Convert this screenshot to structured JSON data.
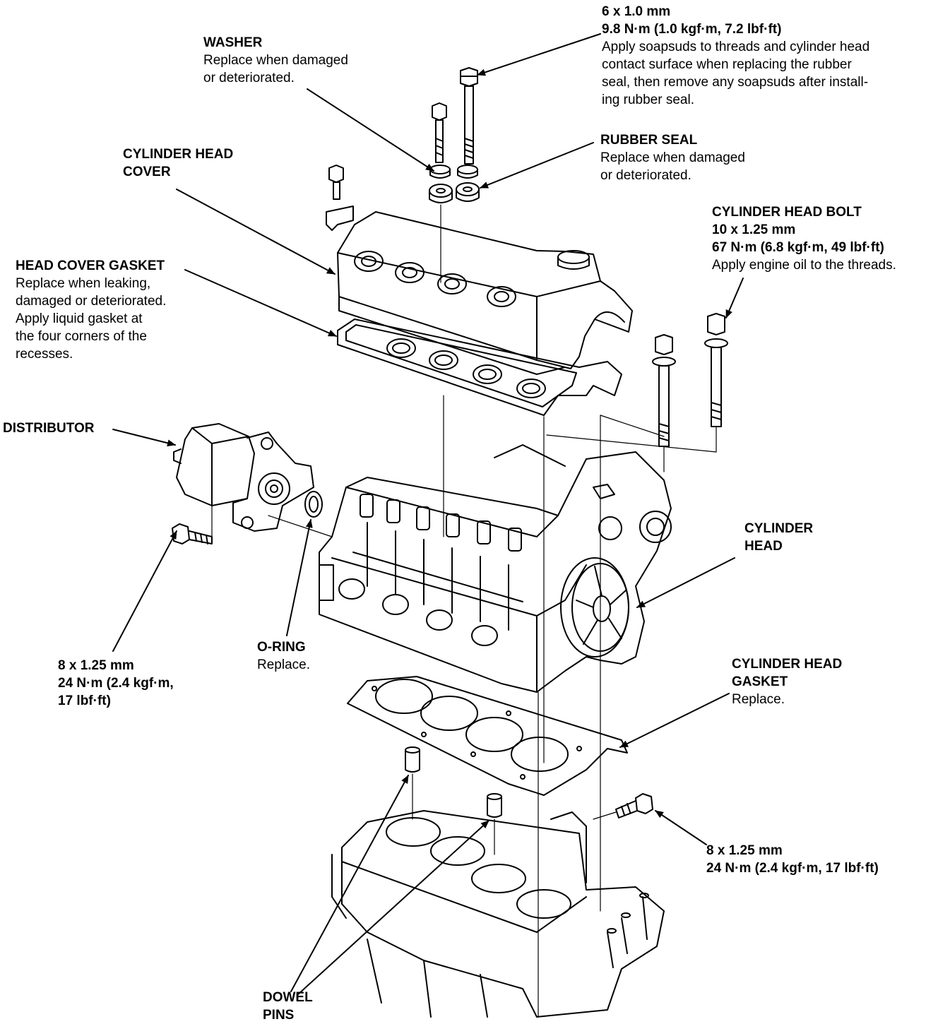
{
  "labels": {
    "top_bolt": {
      "spec": "6 x 1.0 mm",
      "torque": "9.8 N·m (1.0 kgf·m, 7.2 lbf·ft)",
      "note1": "Apply soapsuds to threads and cylinder head",
      "note2": "contact surface when replacing the rubber",
      "note3": "seal, then remove any soapsuds after install-",
      "note4": "ing rubber seal."
    },
    "washer": {
      "title": "WASHER",
      "note1": "Replace when damaged",
      "note2": "or deteriorated."
    },
    "rubber_seal": {
      "title": "RUBBER SEAL",
      "note1": "Replace when damaged",
      "note2": "or deteriorated."
    },
    "head_cover": {
      "title1": "CYLINDER HEAD",
      "title2": "COVER"
    },
    "head_bolt": {
      "title": "CYLINDER HEAD BOLT",
      "spec": "10 x 1.25 mm",
      "torque": "67 N·m (6.8 kgf·m, 49 lbf·ft)",
      "note": "Apply engine oil to the threads."
    },
    "cover_gasket": {
      "title": "HEAD COVER GASKET",
      "note1": "Replace when leaking,",
      "note2": "damaged or deteriorated.",
      "note3": "Apply liquid gasket at",
      "note4": "the four corners of the",
      "note5": "recesses."
    },
    "distributor": {
      "title": "DISTRIBUTOR"
    },
    "cylinder_head": {
      "title1": "CYLINDER",
      "title2": "HEAD"
    },
    "dist_bolt": {
      "spec": "8 x 1.25 mm",
      "torque1": "24 N·m (2.4 kgf·m,",
      "torque2": "17 lbf·ft)"
    },
    "o_ring": {
      "title": "O-RING",
      "note": "Replace."
    },
    "head_gasket": {
      "title1": "CYLINDER HEAD",
      "title2": "GASKET",
      "note": "Replace."
    },
    "block_bolt": {
      "spec": "8 x 1.25 mm",
      "torque": "24 N·m (2.4 kgf·m, 17 lbf·ft)"
    },
    "dowel_pins": {
      "title1": "DOWEL",
      "title2": "PINS"
    }
  }
}
